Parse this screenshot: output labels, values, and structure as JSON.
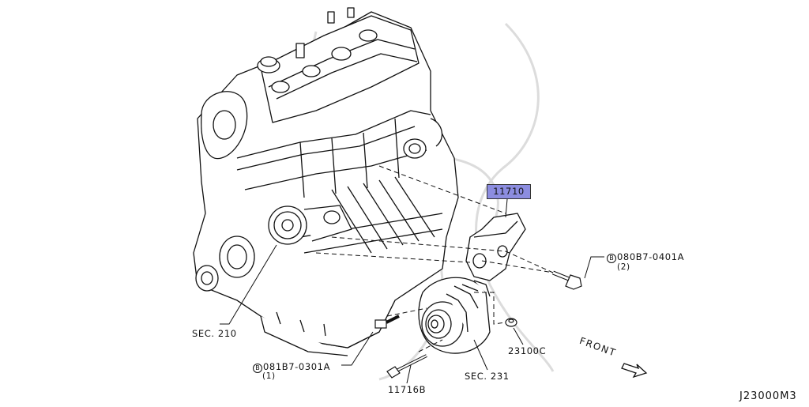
{
  "callouts": {
    "part_11710": "11710",
    "bolt_upper_code": "080B7-0401A",
    "bolt_upper_qty": "(2)",
    "bolt_lower_code": "081B7-0301A",
    "bolt_lower_qty": "(1)",
    "bolt_long": "11716B",
    "nut": "23100C",
    "sec_alternator": "SEC. 231",
    "sec_engine": "SEC. 210",
    "bolt_prefix": "B",
    "front": "FRONT"
  },
  "diagram_code": "J23000M3",
  "colors": {
    "highlight": "#8c8de0",
    "line": "#111111",
    "watermark": "#d8d8d8"
  }
}
